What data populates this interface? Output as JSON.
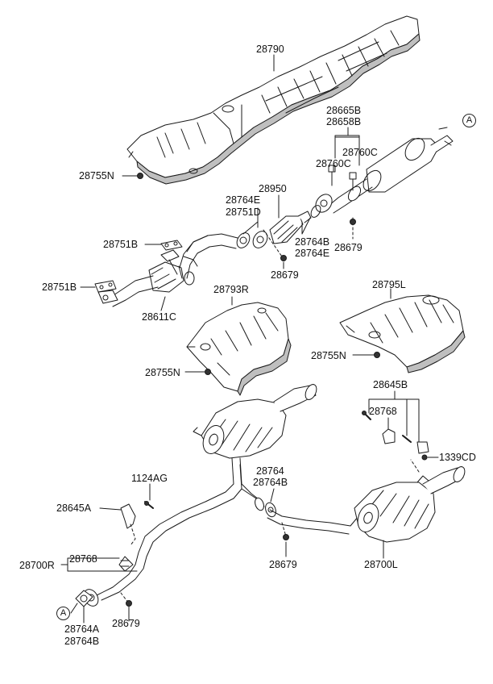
{
  "diagram": {
    "colors": {
      "line": "#1a1a1a",
      "shield_shade": "#bfbfbf",
      "metal_light": "#e6e6e6",
      "background": "#ffffff"
    },
    "parts": [
      {
        "id": "p-28790",
        "label": "28790",
        "name": "center-heat-shield"
      },
      {
        "id": "p-28665B",
        "label": "28665B",
        "name": "hanger"
      },
      {
        "id": "p-28658B",
        "label": "28658B",
        "name": "hanger"
      },
      {
        "id": "p-28760C-a",
        "label": "28760C",
        "name": "hanger-rubber"
      },
      {
        "id": "p-28760C-b",
        "label": "28760C",
        "name": "hanger-rubber"
      },
      {
        "id": "p-28755N-a",
        "label": "28755N",
        "name": "shield-nut"
      },
      {
        "id": "p-28764E-a",
        "label": "28764E",
        "name": "gasket"
      },
      {
        "id": "p-28950",
        "label": "28950",
        "name": "catalytic-converter"
      },
      {
        "id": "p-28751D",
        "label": "28751D",
        "name": "gasket"
      },
      {
        "id": "p-28751B-a",
        "label": "28751B",
        "name": "manifold-gasket"
      },
      {
        "id": "p-28764B-a",
        "label": "28764B",
        "name": "gasket"
      },
      {
        "id": "p-28764E-b",
        "label": "28764E",
        "name": "gasket"
      },
      {
        "id": "p-28679-a",
        "label": "28679",
        "name": "nut"
      },
      {
        "id": "p-28679-b",
        "label": "28679",
        "name": "nut"
      },
      {
        "id": "p-28751B-b",
        "label": "28751B",
        "name": "manifold-gasket"
      },
      {
        "id": "p-28611C",
        "label": "28611C",
        "name": "front-pipe"
      },
      {
        "id": "p-28793R",
        "label": "28793R",
        "name": "rear-heat-shield-rh"
      },
      {
        "id": "p-28795L",
        "label": "28795L",
        "name": "rear-heat-shield-lh"
      },
      {
        "id": "p-28755N-b",
        "label": "28755N",
        "name": "shield-nut"
      },
      {
        "id": "p-28755N-c",
        "label": "28755N",
        "name": "shield-nut"
      },
      {
        "id": "p-28645B",
        "label": "28645B",
        "name": "hanger-bracket"
      },
      {
        "id": "p-28768-a",
        "label": "28768",
        "name": "hanger-rubber"
      },
      {
        "id": "p-1339CD",
        "label": "1339CD",
        "name": "bolt"
      },
      {
        "id": "p-1124AG",
        "label": "1124AG",
        "name": "bolt"
      },
      {
        "id": "p-28764",
        "label": "28764",
        "name": "gasket"
      },
      {
        "id": "p-28764B-b",
        "label": "28764B",
        "name": "gasket"
      },
      {
        "id": "p-28645A",
        "label": "28645A",
        "name": "hanger-bracket"
      },
      {
        "id": "p-28768-b",
        "label": "28768",
        "name": "hanger-rubber"
      },
      {
        "id": "p-28700R",
        "label": "28700R",
        "name": "rear-muffler-rh"
      },
      {
        "id": "p-28679-c",
        "label": "28679",
        "name": "nut"
      },
      {
        "id": "p-28700L",
        "label": "28700L",
        "name": "rear-muffler-lh"
      },
      {
        "id": "p-28764A",
        "label": "28764A",
        "name": "gasket"
      },
      {
        "id": "p-28764B-c",
        "label": "28764B",
        "name": "gasket"
      },
      {
        "id": "p-28679-d",
        "label": "28679",
        "name": "nut"
      }
    ],
    "refs": [
      {
        "id": "ref-a-top",
        "label": "A"
      },
      {
        "id": "ref-a-bottom",
        "label": "A"
      }
    ]
  }
}
